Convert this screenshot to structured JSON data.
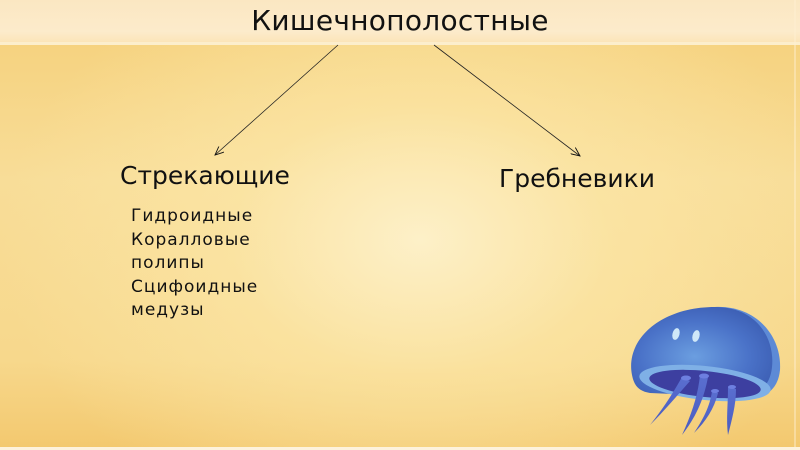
{
  "slide": {
    "title": "Кишечнополостные",
    "branches": [
      {
        "label": "Стрекающие",
        "items": [
          "Гидроидные",
          "Коралловые",
          "полипы",
          "Сцифоидные",
          "медузы"
        ]
      },
      {
        "label": "Гребневики",
        "items": []
      }
    ],
    "illustration": "jellyfish-icon",
    "colors": {
      "background": "#f7d88c",
      "top_band": "#fbe7c2",
      "text": "#111111",
      "jellyfish_body": "#4a72c8",
      "jellyfish_rim": "#7fb0e6",
      "jellyfish_underside": "#3d3fa0"
    }
  }
}
